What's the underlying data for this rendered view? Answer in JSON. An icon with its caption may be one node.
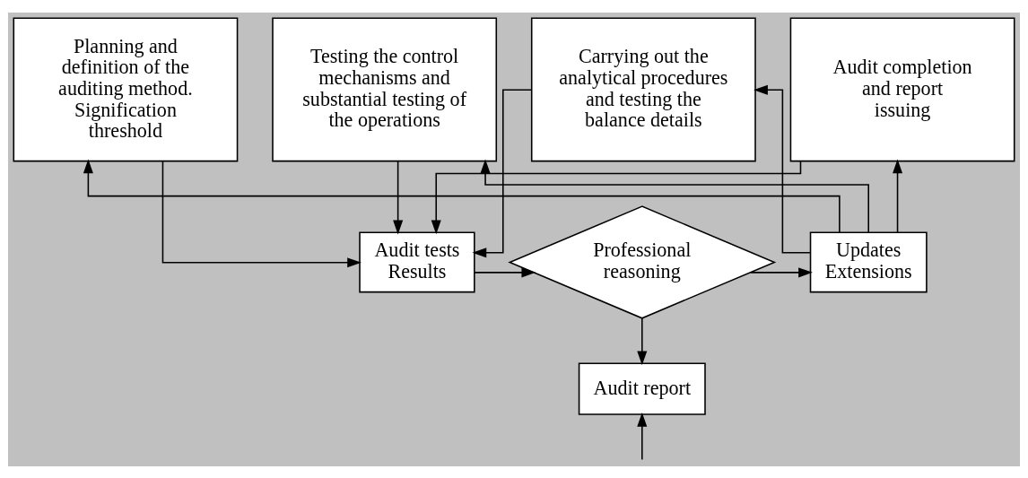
{
  "diagram": {
    "nodes": [
      {
        "text": [
          "Planning and definition of the auditing method. Signification threshold"
        ]
      },
      {
        "text": [
          "Testing the control mechanisms and substantial testing of the operations"
        ]
      },
      {
        "text": [
          "Carrying out the analytical procedures and testing the balance details"
        ]
      },
      {
        "text": [
          "Audit completion and report issuing"
        ]
      },
      {
        "text": [
          "Audit tests Results"
        ]
      },
      {
        "text": [
          "Professional reasoning"
        ]
      },
      {
        "text": [
          "Updates Extensions"
        ]
      },
      {
        "text": [
          "Audit report"
        ]
      }
    ],
    "edges": [
      {
        "from": 0,
        "to": 4,
        "arrow": "to"
      },
      {
        "from": 1,
        "to": 4,
        "arrow": "to"
      },
      {
        "from": 2,
        "to": 4,
        "arrow": "to"
      },
      {
        "from": 3,
        "to": 4,
        "arrow": "to"
      },
      {
        "from": 4,
        "to": 5,
        "arrow": "to"
      },
      {
        "from": 5,
        "to": 6,
        "arrow": "to"
      },
      {
        "from": 5,
        "to": 7,
        "arrow": "to"
      },
      {
        "from": 6,
        "to": 0,
        "arrow": "to"
      },
      {
        "from": 6,
        "to": 1,
        "arrow": "to"
      },
      {
        "from": 6,
        "to": 2,
        "arrow": "to"
      },
      {
        "from": 6,
        "to": 3,
        "arrow": "to"
      },
      {
        "from": null,
        "to": 7,
        "arrow": "to"
      }
    ]
  }
}
